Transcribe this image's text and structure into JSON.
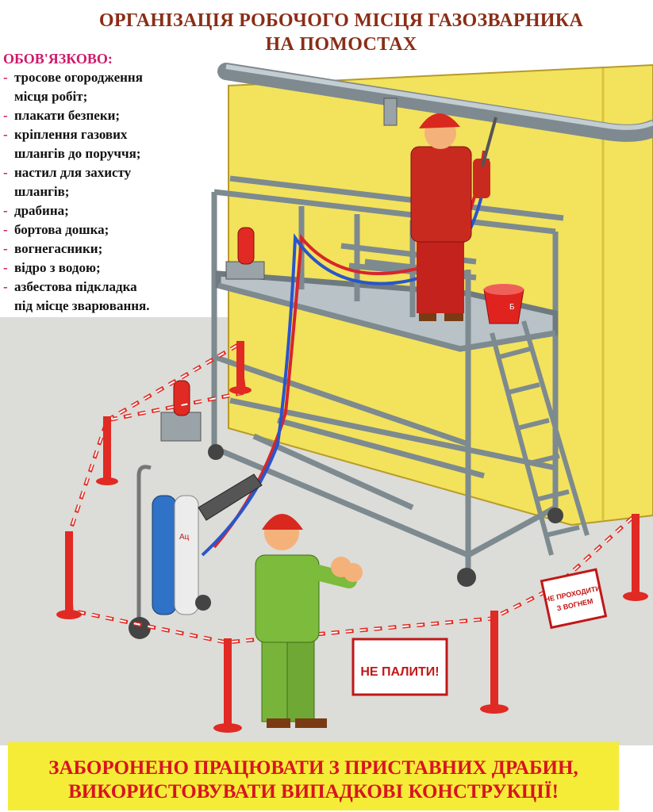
{
  "title": {
    "line1": "ОРГАНІЗАЦІЯ РОБОЧОГО МІСЦЯ ГАЗОЗВАРНИКА",
    "line2": "НА ПОМОСТАХ"
  },
  "mandatory": {
    "heading": "ОБОВ'ЯЗКОВО:",
    "items": [
      "тросове огородження",
      "місця робіт;",
      "плакати безпеки;",
      "кріплення газових",
      "шлангів до поруччя;",
      "настил для захисту",
      "шлангів;",
      "драбина;",
      "бортова дошка;",
      "вогнегасники;",
      "відро з водою;",
      "азбестова підкладка",
      "під місце зварювання."
    ]
  },
  "signs": {
    "no_smoking": "НЕ ПАЛИТИ!",
    "no_fire_line1": "НЕ ПРОХОДИТИ",
    "no_fire_line2": "З ВОГНЕМ",
    "bucket_letter": "Б",
    "cylinder_label": "Ац"
  },
  "warning": {
    "line1": "ЗАБОРОНЕНО ПРАЦЮВАТИ  З ПРИСТАВНИХ ДРАБИН,",
    "line2": "ВИКОРИСТОВУВАТИ ВИПАДКОВІ КОНСТРУКЦІЇ!"
  },
  "colors": {
    "title": "#8a2d16",
    "accent": "#d0186b",
    "wall": "#f3e25c",
    "floor": "#dcdcd8",
    "warning_text": "#d81421",
    "banner": "#f5ec37"
  }
}
